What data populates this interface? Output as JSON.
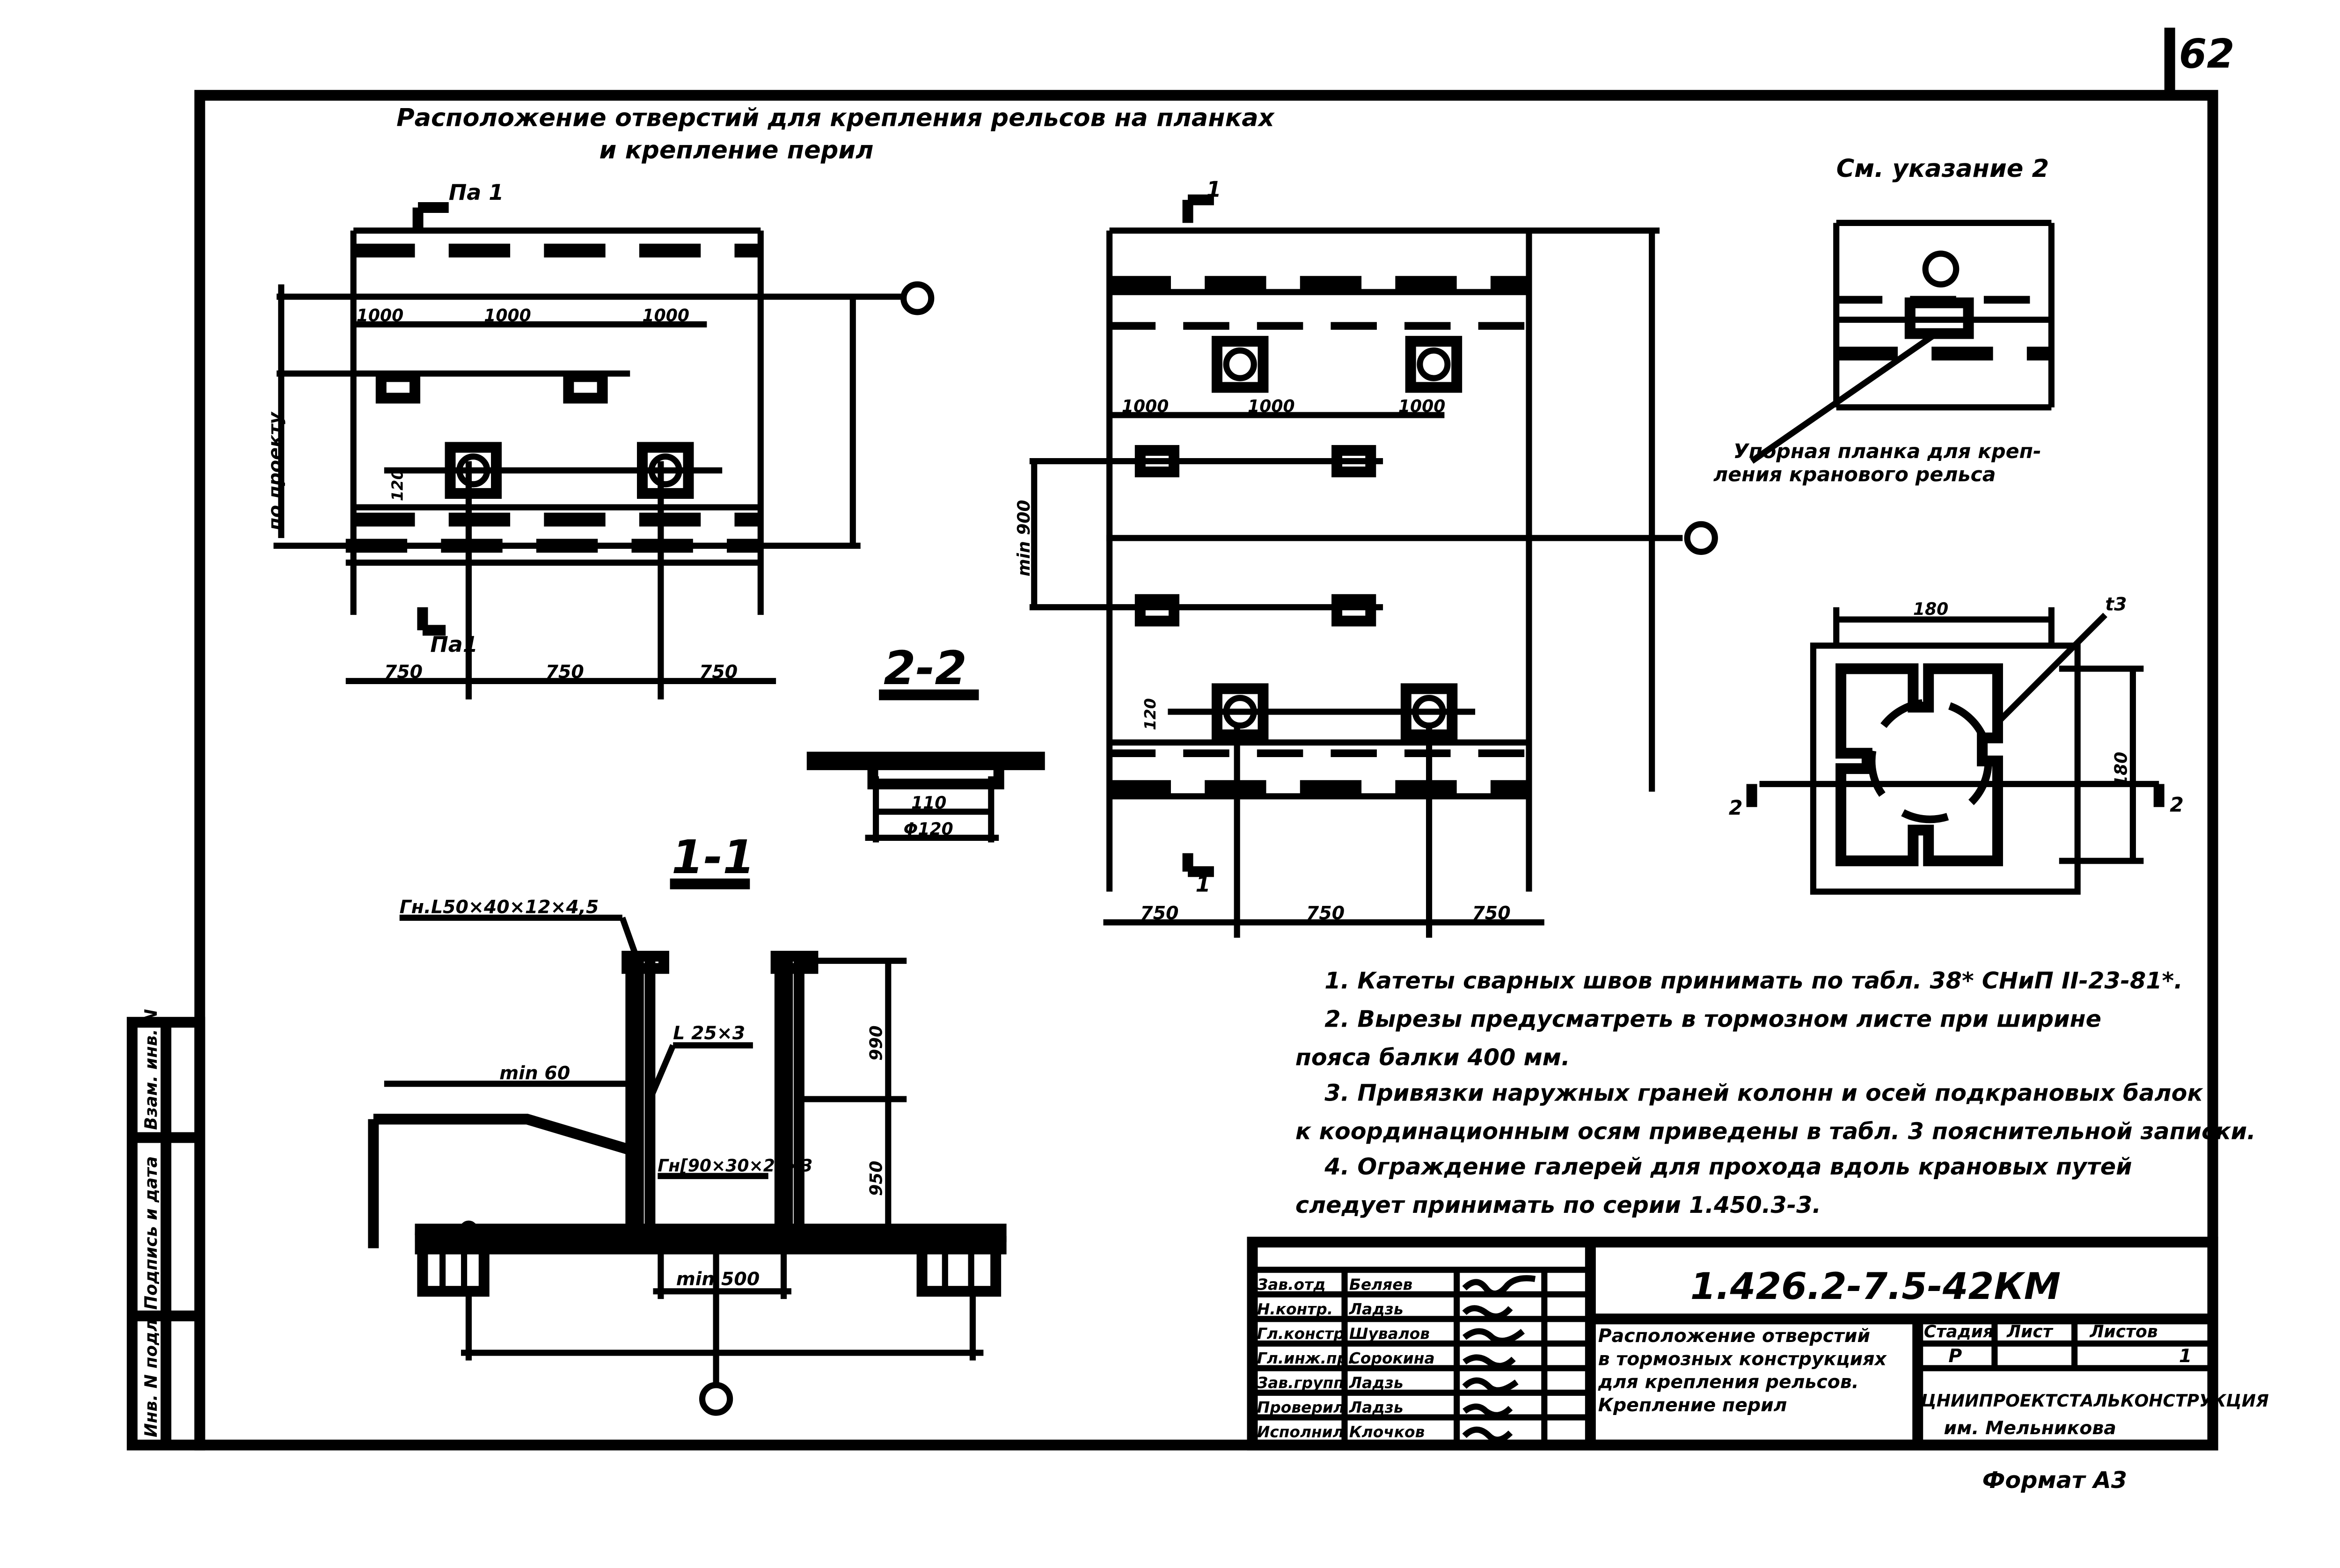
{
  "sheet_number": "62",
  "format_label": "Формат А3",
  "top_title": {
    "line1": "Расположение отверстий для крепления рельсов на планках",
    "line2": "и крепление перил"
  },
  "see_note": "См. указание 2",
  "callout_text": {
    "line1": "Упорная планка для креп-",
    "line2": "ления кранового рельса"
  },
  "section_2_2": "2-2",
  "section_1_1": "1-1",
  "marks": {
    "pa1_top": "Па 1",
    "pa1_bottom": "Па1",
    "one": "1",
    "two": "2",
    "po_proektu": "по проекту",
    "min900": "min 900",
    "min60": "min 60",
    "min500": "min 500",
    "profile_angle": "Гн.L50×40×12×4,5",
    "angle_l25": "L 25×3",
    "profile_channel": "Гн[90×30×25×3",
    "t3": "t3"
  },
  "dims": {
    "d1000": "1000",
    "d750": "750",
    "d120": "120",
    "d180": "180",
    "d110": "110",
    "d_phi120": "Φ120",
    "d990": "990",
    "d950": "950"
  },
  "notes": [
    "1. Катеты сварных швов принимать по табл. 38* СНиП II-23-81*.",
    "2. Вырезы предусматреть в тормозном листе при ширине",
    "пояса балки 400 мм.",
    "3. Привязки наружных граней колонн и осей подкрановых балок",
    "к координационным осям приведены в табл. 3 пояснительной записки.",
    "4. Ограждение галерей для прохода вдоль крановых путей",
    "следует принимать по серии 1.450.3-3."
  ],
  "side_stamp": [
    "Инв. N подл.",
    "Подпись и дата",
    "Взам. инв. N"
  ],
  "title_block": {
    "doc_code": "1.426.2-7.5-42КМ",
    "description": [
      "Расположение отверстий",
      "в тормозных конструкциях",
      "для крепления рельсов.",
      "Крепление перил"
    ],
    "stage_header": "Стадия",
    "sheet_header": "Лист",
    "sheets_header": "Листов",
    "stage": "Р",
    "sheets": "1",
    "org_line1": "ЦНИИПРОЕКТСТАЛЬКОНСТРУКЦИЯ",
    "org_line2": "им. Мельникова",
    "people": [
      {
        "role": "Зав.отд",
        "name": "Беляев"
      },
      {
        "role": "Н.контр.",
        "name": "Ладзь"
      },
      {
        "role": "Гл.констр",
        "name": "Шувалов"
      },
      {
        "role": "Гл.инж.пр.",
        "name": "Сорокина"
      },
      {
        "role": "Зав.групп",
        "name": "Ладзь"
      },
      {
        "role": "Проверил",
        "name": "Ладзь"
      },
      {
        "role": "Исполнил",
        "name": "Клочков"
      }
    ]
  }
}
